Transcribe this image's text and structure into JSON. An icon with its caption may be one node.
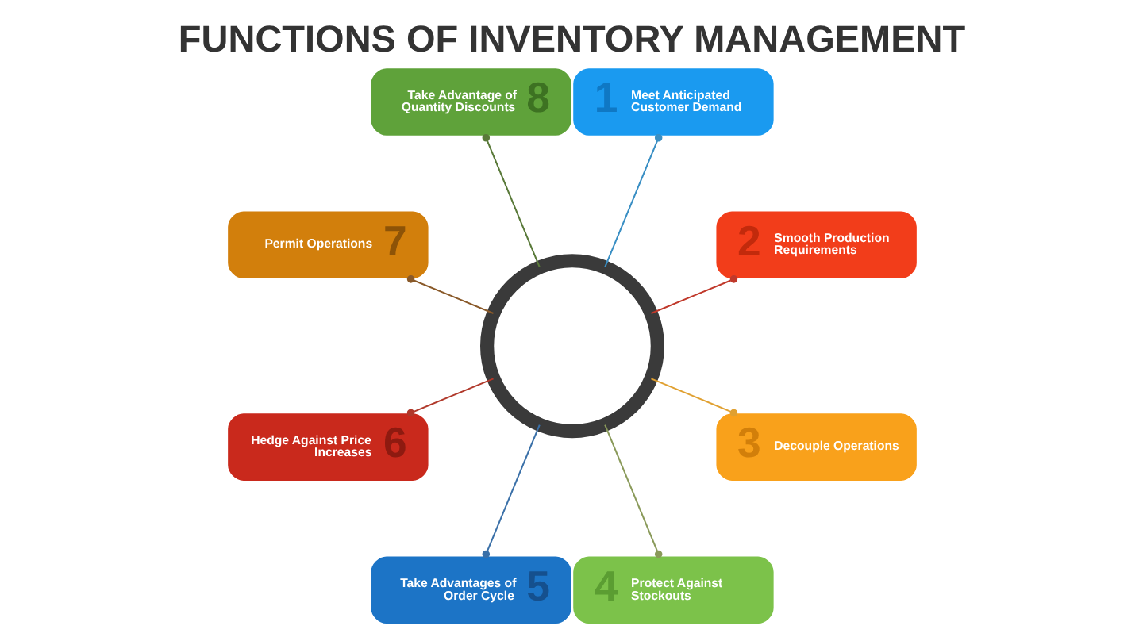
{
  "diagram": {
    "title": "FUNCTIONS OF INVENTORY MANAGEMENT",
    "nodes": [
      {
        "text": [],
        "shape": "circle"
      },
      {
        "text": [
          "1",
          "Meet Anticipated Customer Demand"
        ]
      },
      {
        "text": [
          "2",
          "Smooth Production Requirements"
        ]
      },
      {
        "text": [
          "3",
          "Decouple Operations"
        ]
      },
      {
        "text": [
          "4",
          "Protect Against Stockouts"
        ]
      },
      {
        "text": [
          "Take Advantages of Order Cycle",
          "5"
        ]
      },
      {
        "text": [
          "Hedge Against Price Increases",
          "6"
        ]
      },
      {
        "text": [
          "Permit Operations",
          "7"
        ]
      },
      {
        "text": [
          "Take Advantage of Quantity Discounts",
          "8"
        ]
      }
    ],
    "edges": [
      {
        "from": 0,
        "to": 1,
        "arrow": "other",
        "color": "#3a8fc4"
      },
      {
        "from": 0,
        "to": 2,
        "arrow": "other",
        "color": "#c0392b"
      },
      {
        "from": 0,
        "to": 3,
        "arrow": "other",
        "color": "#e0a030"
      },
      {
        "from": 0,
        "to": 4,
        "arrow": "other",
        "color": "#8a9a5a"
      },
      {
        "from": 0,
        "to": 5,
        "arrow": "other",
        "color": "#3a70a8"
      },
      {
        "from": 0,
        "to": 6,
        "arrow": "other",
        "color": "#b0382a"
      },
      {
        "from": 0,
        "to": 7,
        "arrow": "other",
        "color": "#8a5a2a"
      },
      {
        "from": 0,
        "to": 8,
        "arrow": "other",
        "color": "#5a7a3a"
      }
    ]
  }
}
